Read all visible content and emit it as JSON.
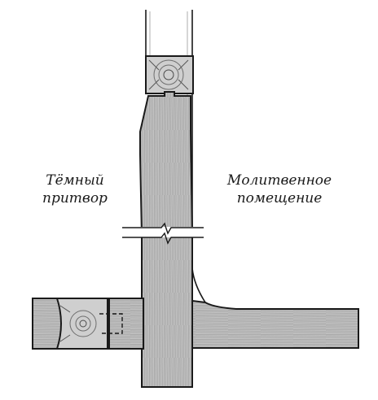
{
  "labels": {
    "left": {
      "line1": "Тёмный",
      "line2": "притвор"
    },
    "right": {
      "line1": "Молитвенное",
      "line2": "помещение"
    }
  },
  "colors": {
    "ink": "#1a1a1a",
    "wood": "#bdbdbd",
    "wood_dark": "#8f8f8f",
    "paper": "#ffffff"
  },
  "icons": {
    "top_joint": "log-end-cross-section",
    "left_joint": "log-end-cross-section",
    "break": "break-symbol"
  }
}
